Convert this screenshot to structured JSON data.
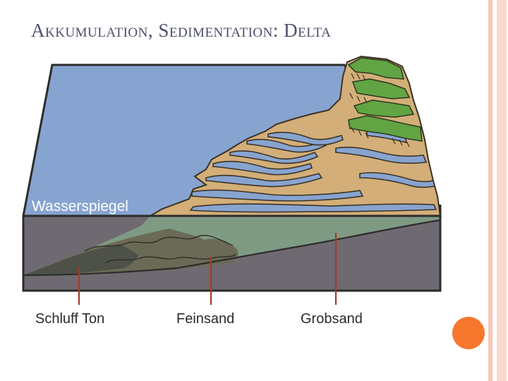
{
  "title": "Akkumulation, Sedimentation: Delta",
  "diagram": {
    "water_level_label": "Wasserspiegel",
    "labels": [
      "Schluff Ton",
      "Feinsand",
      "Grobsand"
    ]
  },
  "colors": {
    "title": "#4a4f6a",
    "water": "#87a4d0",
    "sand": "#d3ae78",
    "vegetation": "#62a443",
    "bedrock": "#6f6a72",
    "fine_sand": "#6b6a56",
    "silt": "#4d5147",
    "coarse_sand": "#7f9a83",
    "label_line": "#a8392a",
    "accent_dot": "#f7782d",
    "stripe": "#f6c6b4"
  }
}
